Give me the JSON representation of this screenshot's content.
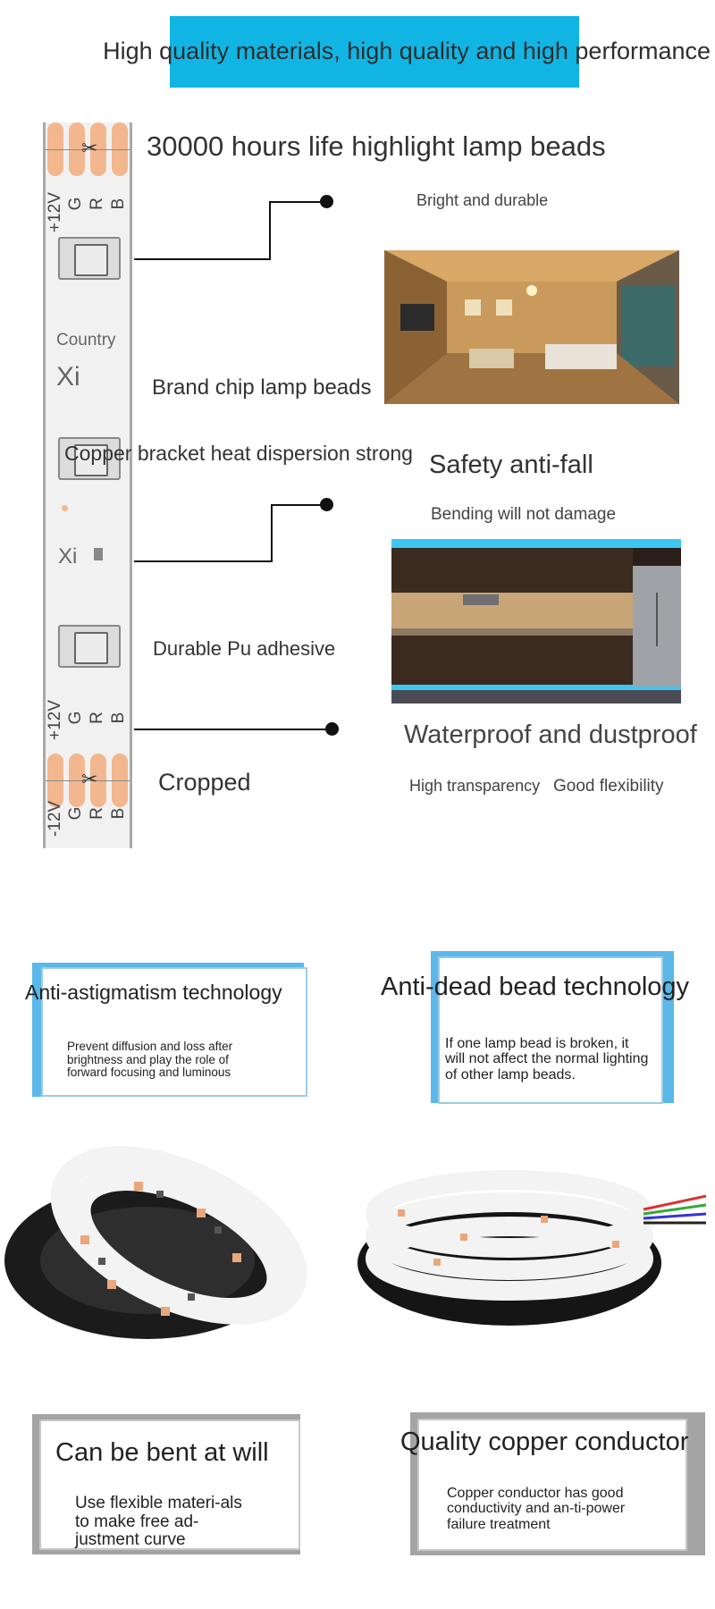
{
  "header": {
    "title": "High quality materials, high quality and high performance",
    "accent_color": "#11b5e4"
  },
  "strip": {
    "pin_top": [
      "+12V",
      "G",
      "R",
      "B"
    ],
    "pin_middle": [
      "+12V",
      "G",
      "R",
      "B"
    ],
    "pin_bottom": [
      "-12V",
      "G",
      "R",
      "B"
    ],
    "country_label": "Country",
    "brand_mark_1": "Xi",
    "brand_mark_2": "Xi",
    "scissors_icon": "scissors-icon"
  },
  "features": {
    "lamp_life": "30000 hours life highlight lamp beads",
    "bright_durable": "Bright and durable",
    "brand_chip": "Brand chip lamp beads",
    "copper_bracket": "Copper bracket heat dispersion strong",
    "safety": "Safety anti-fall",
    "bending": "Bending will not damage",
    "adhesive": "Durable Pu adhesive",
    "waterproof": "Waterproof and dustproof",
    "cropped": "Cropped",
    "transparency": "High transparency",
    "flexibility": "Good flexibility"
  },
  "cards": {
    "anti_astigmatism": {
      "title": "Anti-astigmatism technology",
      "body": "Prevent diffusion and loss after brightness and play the role of forward focusing and luminous"
    },
    "anti_dead": {
      "title": "Anti-dead bead technology",
      "body": "If one lamp bead is broken, it will not affect the normal lighting of other lamp beads."
    },
    "bent": {
      "title": "Can be bent at will",
      "body": "Use flexible materi-als to make free ad-justment curve"
    },
    "copper": {
      "title": "Quality copper conductor",
      "body": "Copper conductor has good conductivity and an-ti-power failure treatment"
    }
  }
}
